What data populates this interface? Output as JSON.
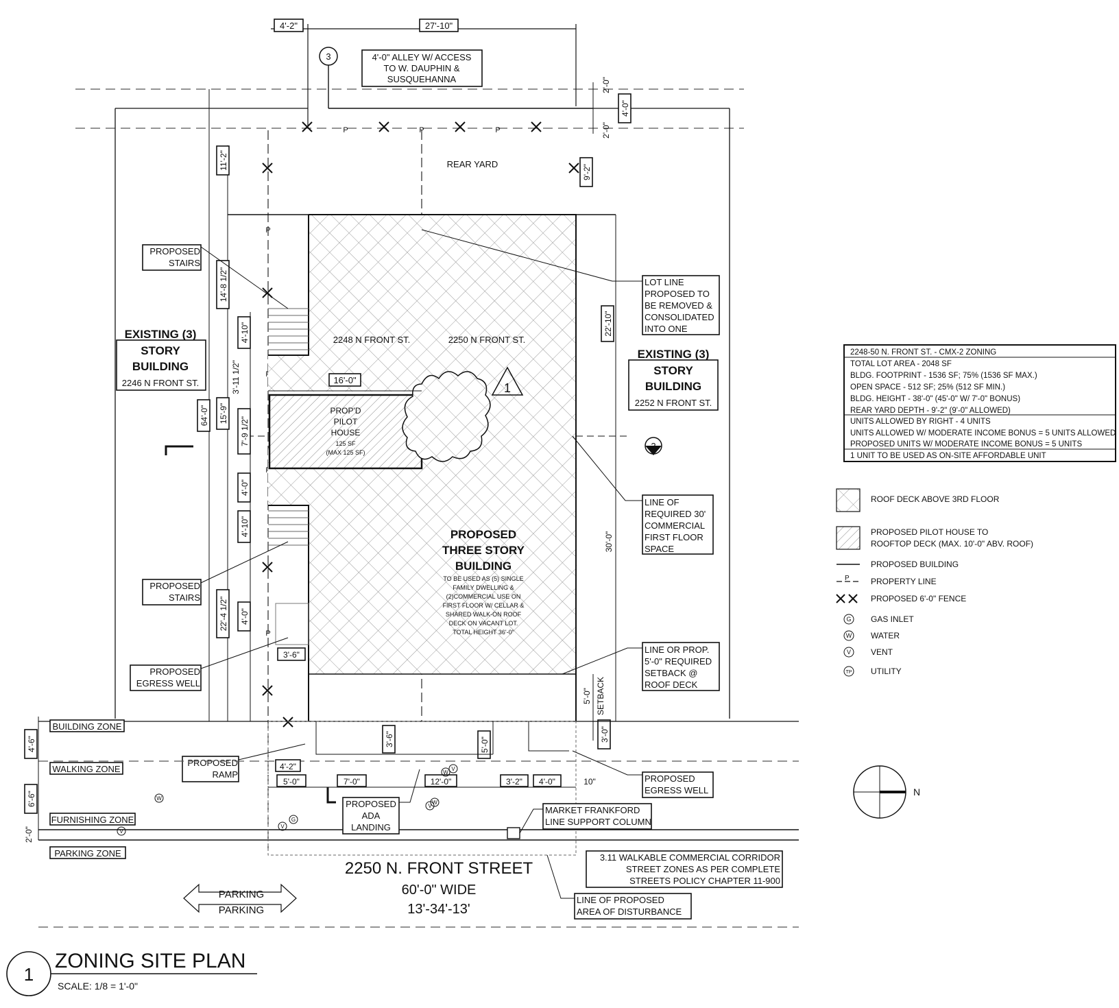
{
  "alley": {
    "dim_left": "4'-2\"",
    "dim_top": "27'-10\"",
    "callout": "3",
    "label_lines": [
      "4'-0\" ALLEY W/ ACCESS",
      "TO W. DAUPHIN &",
      "SUSQUEHANNA"
    ]
  },
  "right_dims": {
    "d1": "2'-0\"",
    "d2": "4'-0\"",
    "d3": "2'-0\"",
    "d4": "9'-2\"",
    "d5": "22'-10\"",
    "d6": "30'-0\"",
    "d7": "5'-0\"",
    "d7b": "SETBACK",
    "d8": "3'-0\""
  },
  "left_dims": {
    "d1": "11'-2\"",
    "d2": "14'-8 1/2\"",
    "d3": "4'-10\"",
    "d4": "3'-11 1/2\"",
    "d5": "64'-0\"",
    "d6": "15'-9\"",
    "d7": "7'-9 1/2\"",
    "d8": "4'-0\"",
    "d9": "4'-10\"",
    "d10": "22'-4 1/2\"",
    "d11": "4'-0\"",
    "d12": "3'-6\""
  },
  "yard": {
    "rear": "REAR YARD",
    "lot_left": "2248 N FRONT ST.",
    "lot_right": "2250 N FRONT ST.",
    "pilot_dim": "16'-0\"",
    "revision": "1",
    "section": "2"
  },
  "pilot": {
    "l1": "PROP'D",
    "l2": "PILOT",
    "l3": "HOUSE",
    "l4": "125 SF",
    "l5": "(MAX 125 SF)"
  },
  "building": {
    "title_lines": [
      "PROPOSED",
      "THREE STORY",
      "BUILDING"
    ],
    "desc_lines": [
      "TO BE USED AS (5) SINGLE",
      "FAMILY DWELLING &",
      "(2)COMMERCIAL USE ON",
      "FIRST FLOOR W/ CELLAR &",
      "SHARED WALK-ON ROOF",
      "DECK ON VACANT LOT.",
      "TOTAL HEIGHT 36'-0\""
    ]
  },
  "existing_left": {
    "lines": [
      "EXISTING (3)",
      "STORY",
      "BUILDING"
    ],
    "address": "2246 N FRONT ST."
  },
  "existing_right": {
    "lines": [
      "EXISTING (3)",
      "STORY",
      "BUILDING"
    ],
    "address": "2252 N FRONT ST."
  },
  "notes": {
    "stairs_top": [
      "PROPOSED",
      "STAIRS"
    ],
    "stairs_bottom": [
      "PROPOSED",
      "STAIRS"
    ],
    "egress_left": [
      "PROPOSED",
      "EGRESS WELL"
    ],
    "egress_right": [
      "PROPOSED",
      "EGRESS WELL"
    ],
    "lot_line": [
      "LOT LINE",
      "PROPOSED TO",
      "BE REMOVED &",
      "CONSOLIDATED",
      "INTO ONE"
    ],
    "commercial": [
      "LINE OF",
      "REQUIRED 30'",
      "COMMERCIAL",
      "FIRST FLOOR",
      "SPACE"
    ],
    "setback": [
      "LINE OR PROP.",
      "5'-0\" REQUIRED",
      "SETBACK @",
      "ROOF DECK"
    ],
    "ramp": [
      "PROPOSED",
      "RAMP"
    ],
    "ada": [
      "PROPOSED",
      "ADA",
      "LANDING"
    ],
    "column": [
      "MARKET FRANKFORD",
      "LINE SUPPORT COLUMN"
    ],
    "corridor": [
      "3.11 WALKABLE COMMERCIAL CORRIDOR",
      "STREET ZONES AS PER COMPLETE",
      "STREETS POLICY CHAPTER 11-900"
    ],
    "disturbance": [
      "LINE OF PROPOSED",
      "AREA OF DISTURBANCE"
    ]
  },
  "zones": {
    "building": "BUILDING ZONE",
    "walking": "WALKING ZONE",
    "furnishing": "FURNISHING ZONE",
    "parking": "PARKING ZONE",
    "h1": "4'-6\"",
    "h2": "6'-6\"",
    "h3": "2'-0\""
  },
  "front_dims": {
    "f1": "3'-6\"",
    "f2": "5'-0\"",
    "f3": "4'-2\"",
    "f4": "5'-0\"",
    "f5": "7'-0\"",
    "f6": "12'-0\"",
    "f7": "3'-2\"",
    "f8": "4'-0\"",
    "f9": "10\""
  },
  "street": {
    "name": "2250 N. FRONT STREET",
    "width": "60'-0\" WIDE",
    "lanes": "13'-34'-13'",
    "parking_top": "PARKING",
    "parking_bottom": "PARKING"
  },
  "title_block": {
    "number": "1",
    "title": "ZONING SITE PLAN",
    "scale": "SCALE: 1/8 = 1'-0\""
  },
  "zoning_table": {
    "header": "2248-50 N. FRONT ST. - CMX-2 ZONING",
    "rows": [
      "TOTAL LOT AREA - 2048 SF",
      "BLDG. FOOTPRINT - 1536 SF; 75% (1536 SF MAX.)",
      "OPEN SPACE - 512 SF; 25% (512 SF MIN.)",
      "BLDG. HEIGHT - 38'-0\" (45'-0\" W/ 7'-0\" BONUS)",
      "REAR YARD DEPTH - 9'-2\" (9'-0\" ALLOWED)",
      "UNITS ALLOWED BY RIGHT - 4 UNITS",
      "UNITS ALLOWED W/ MODERATE INCOME BONUS = 5 UNITS ALLOWED",
      "PROPOSED UNITS W/ MODERATE INCOME BONUS = 5 UNITS",
      "1 UNIT TO BE USED AS ON-SITE AFFORDABLE UNIT"
    ]
  },
  "legend": [
    {
      "symbol": "roof-deck-hatch",
      "label": "ROOF DECK ABOVE 3RD FLOOR"
    },
    {
      "symbol": "pilot-house-hatch",
      "label_lines": [
        "PROPOSED PILOT HOUSE TO",
        "ROOFTOP DECK (MAX. 10'-0\" ABV. ROOF)"
      ]
    },
    {
      "symbol": "solid-line",
      "label": "PROPOSED BUILDING"
    },
    {
      "symbol": "property-line",
      "label": "PROPERTY LINE"
    },
    {
      "symbol": "fence-x",
      "label": "PROPOSED 6'-0\" FENCE"
    },
    {
      "symbol": "G",
      "label": "GAS INLET"
    },
    {
      "symbol": "W",
      "label": "WATER"
    },
    {
      "symbol": "V",
      "label": "VENT"
    },
    {
      "symbol": "TP",
      "label": "UTILITY"
    }
  ],
  "north": "N"
}
